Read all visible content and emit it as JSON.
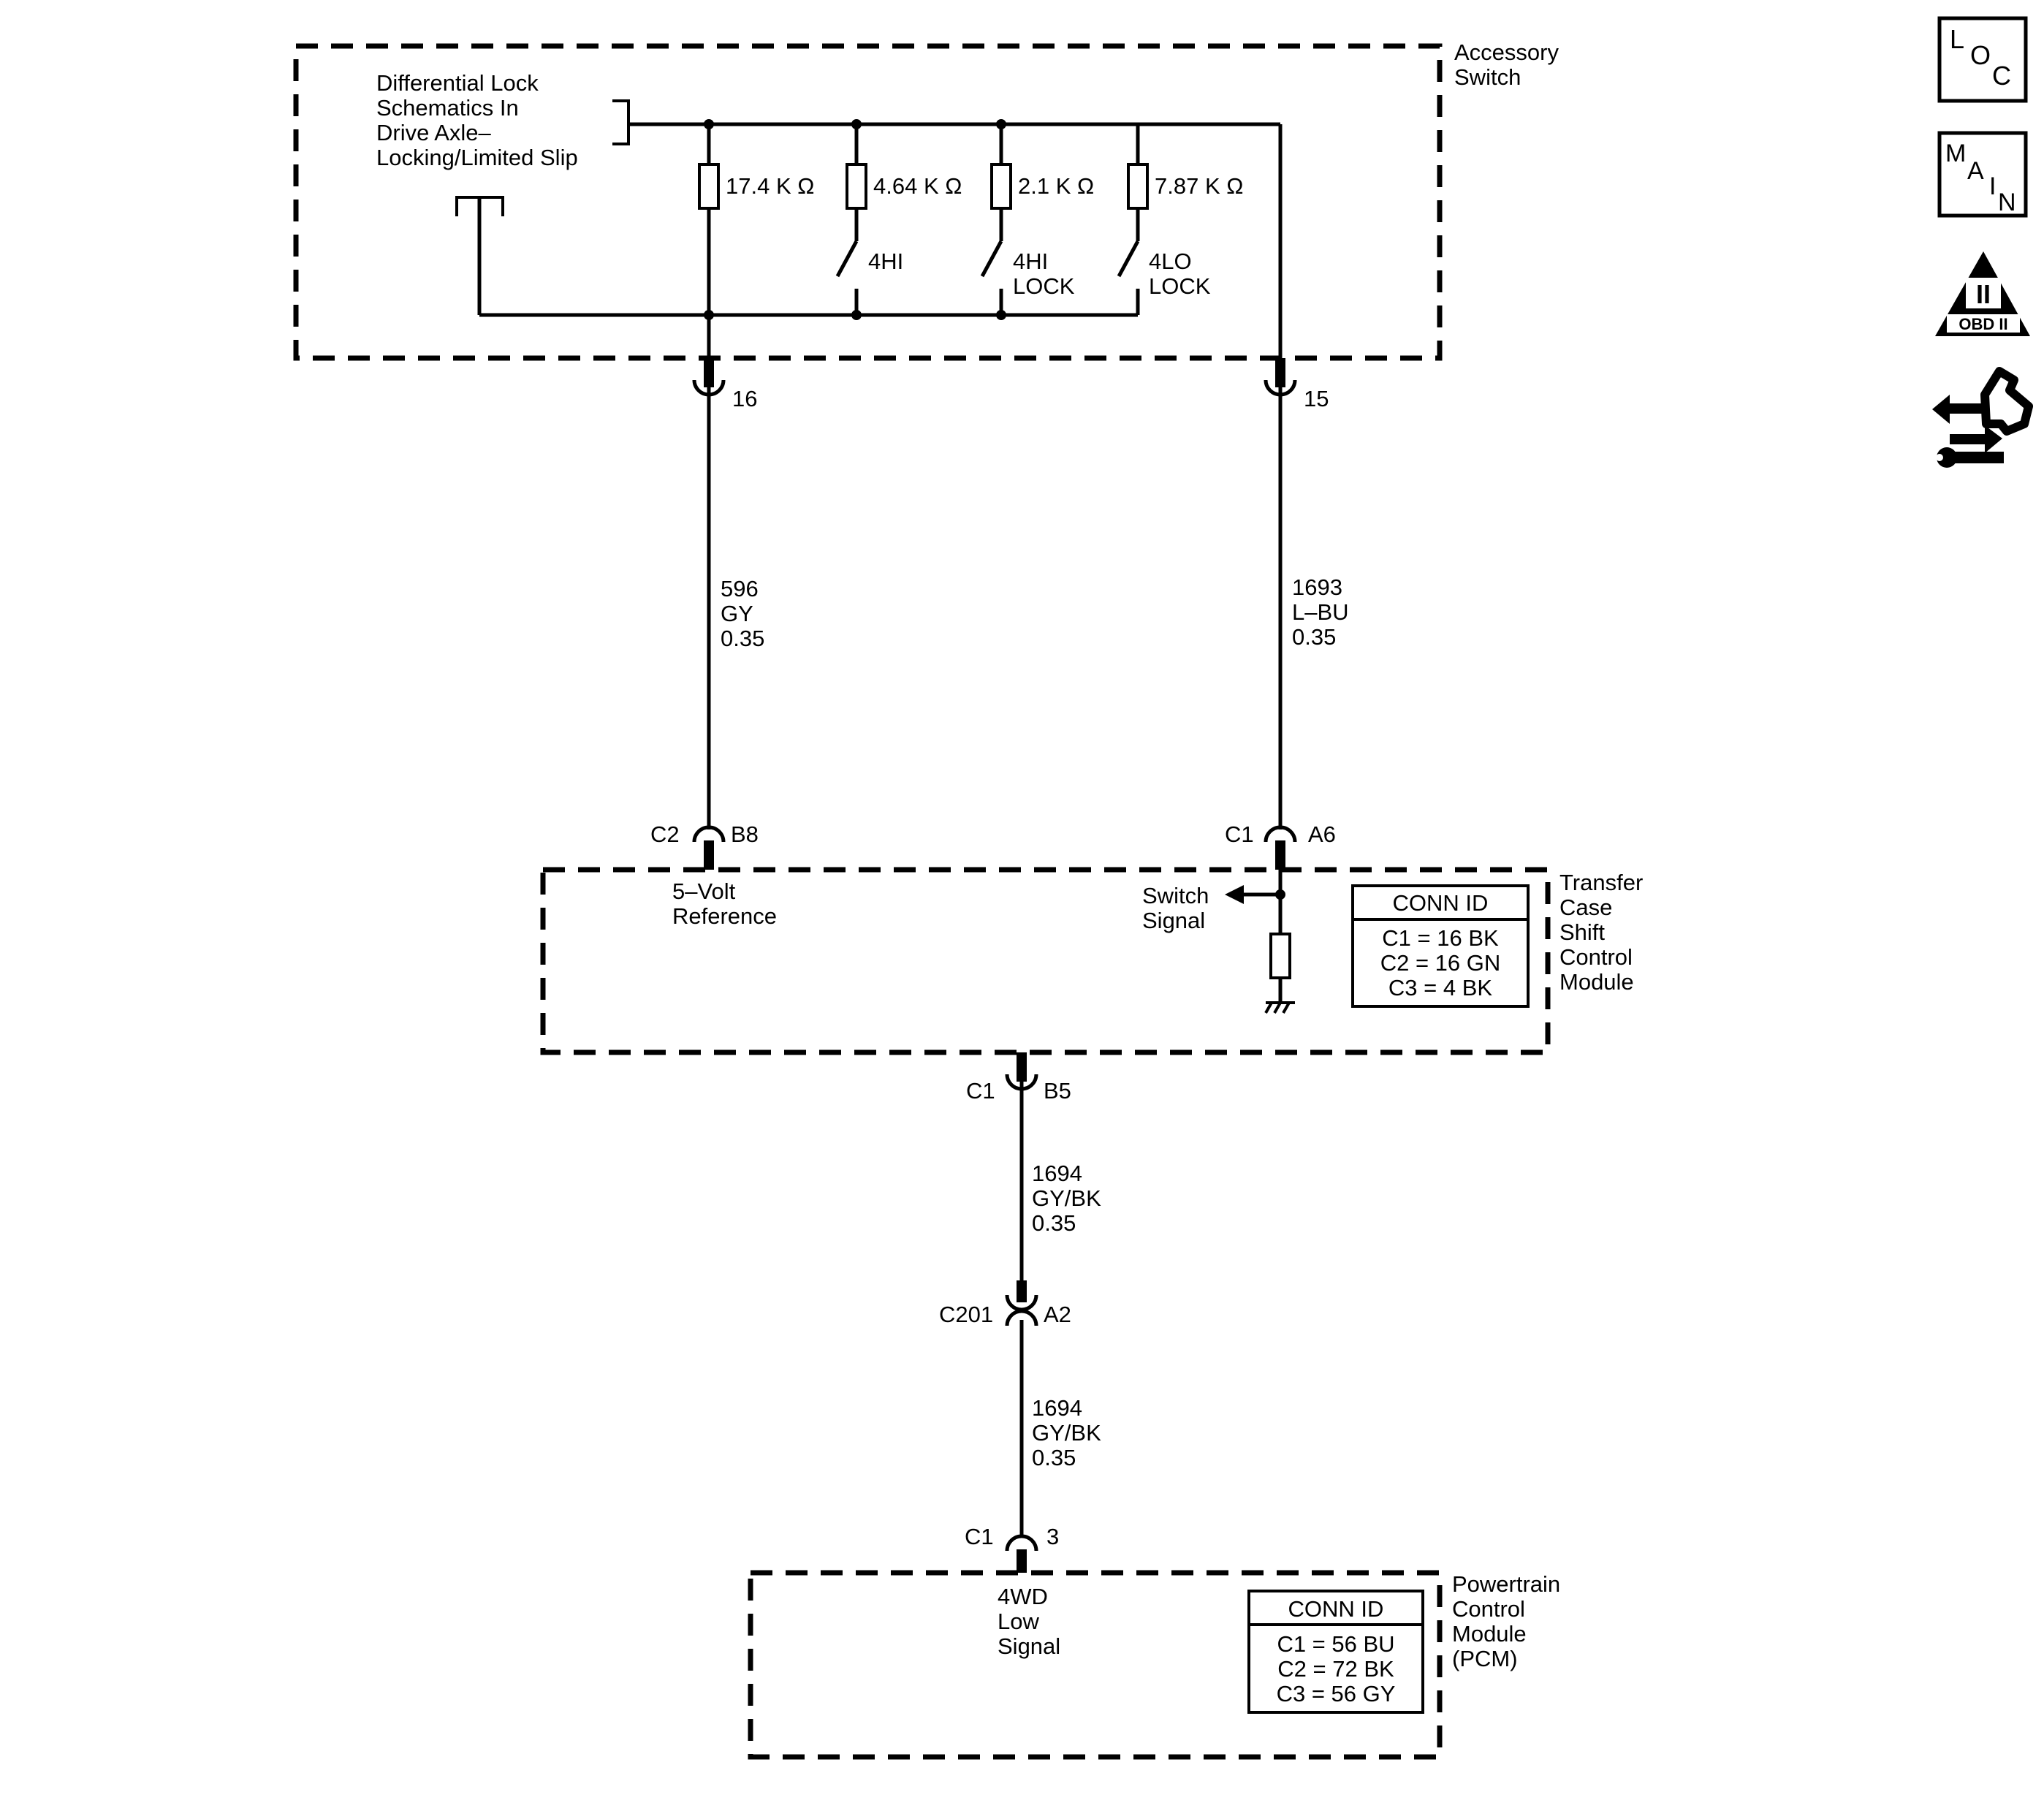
{
  "accessory_switch": {
    "label_lines": [
      "Accessory",
      "Switch"
    ],
    "note_lines": [
      "Differential Lock",
      "Schematics In",
      "Drive Axle–",
      "Locking/Limited Slip"
    ],
    "resistors": [
      "17.4 K Ω",
      "4.64 K Ω",
      "2.1 K Ω",
      "7.87 K Ω"
    ],
    "positions": [
      {
        "lines": [
          "4HI"
        ]
      },
      {
        "lines": [
          "4HI",
          "LOCK"
        ]
      },
      {
        "lines": [
          "4LO",
          "LOCK"
        ]
      }
    ],
    "pins": {
      "left": "16",
      "right": "15"
    }
  },
  "circuits": {
    "c596": {
      "number": "596",
      "color": "GY",
      "gauge": "0.35"
    },
    "c1693": {
      "number": "1693",
      "color": "L–BU",
      "gauge": "0.35"
    },
    "c1694a": {
      "number": "1694",
      "color": "GY/BK",
      "gauge": "0.35"
    },
    "c1694b": {
      "number": "1694",
      "color": "GY/BK",
      "gauge": "0.35"
    }
  },
  "transfer_case_module": {
    "label_lines": [
      "Transfer",
      "Case",
      "Shift",
      "Control",
      "Module"
    ],
    "conn_left": {
      "connector": "C2",
      "pin": "B8"
    },
    "conn_right": {
      "connector": "C1",
      "pin": "A6"
    },
    "conn_bottom": {
      "connector": "C1",
      "pin": "B5"
    },
    "ref_label_lines": [
      "5–Volt",
      "Reference"
    ],
    "signal_label_lines": [
      "Switch",
      "Signal"
    ],
    "conn_id": {
      "title": "CONN ID",
      "rows": [
        "C1 = 16 BK",
        "C2 = 16 GN",
        "C3 = 4 BK"
      ]
    }
  },
  "inline_connector": {
    "connector": "C201",
    "pin": "A2"
  },
  "pcm": {
    "label_lines": [
      "Powertrain",
      "Control",
      "Module",
      "(PCM)"
    ],
    "conn_top": {
      "connector": "C1",
      "pin": "3"
    },
    "signal_label_lines": [
      "4WD",
      "Low",
      "Signal"
    ],
    "conn_id": {
      "title": "CONN ID",
      "rows": [
        "C1 = 56 BU",
        "C2 = 72 BK",
        "C3 = 56 GY"
      ]
    }
  },
  "side_icons": {
    "loc": {
      "letters": [
        "L",
        "O",
        "C"
      ]
    },
    "main": {
      "letters": [
        "M",
        "A",
        "I",
        "N"
      ]
    },
    "obd": {
      "mark": "II",
      "label": "OBD II"
    },
    "tool": {
      "name": "diagnostic-tool-icon"
    }
  }
}
